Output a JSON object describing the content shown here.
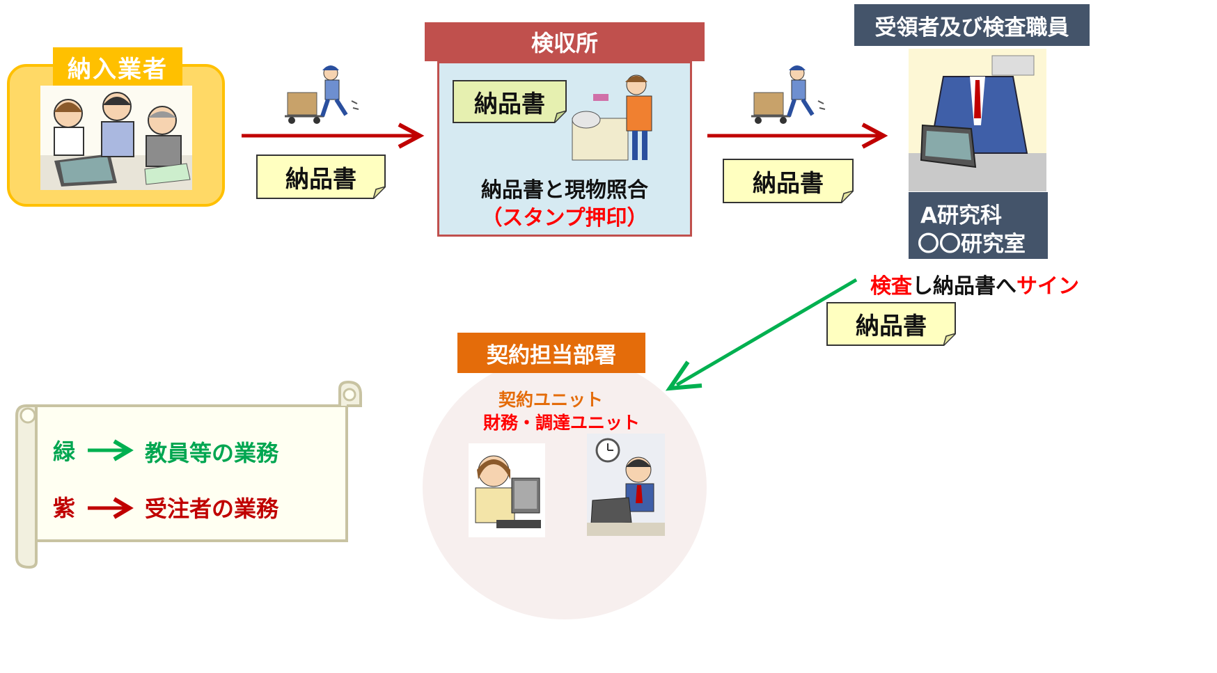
{
  "vendor": {
    "label": "納入業者"
  },
  "inspection_office": {
    "label": "検収所",
    "inner_note": "納品書",
    "caption": "納品書と現物照合",
    "stamp": "（スタンプ押印）"
  },
  "inspector": {
    "label": "受領者及び検査職員",
    "dept_line1": "A研究科",
    "dept_line2": "〇〇研究室",
    "action_part1": "検査",
    "action_part2": "し納品書へ",
    "action_part3": "サイン"
  },
  "contract_dept": {
    "label": "契約担当部署",
    "unit1": "契約ユニット",
    "unit2": "財務・調達ユニット"
  },
  "notes": {
    "note1": "納品書",
    "note2": "納品書",
    "note3": "納品書"
  },
  "legend": {
    "items": [
      {
        "key": "緑",
        "desc": "教員等の業務",
        "color": "#00a651"
      },
      {
        "key": "紫",
        "desc": "受注者の業務",
        "color": "#c00000"
      }
    ]
  },
  "colors": {
    "red_arrow": "#c00000",
    "green_arrow": "#00b050",
    "vendor_bg": "#ffd966",
    "vendor_label": "#ffc000",
    "office_header": "#c0504d",
    "office_bg": "#d6eaf2",
    "inspector_header": "#44546a",
    "contract_header": "#e46c0a"
  }
}
